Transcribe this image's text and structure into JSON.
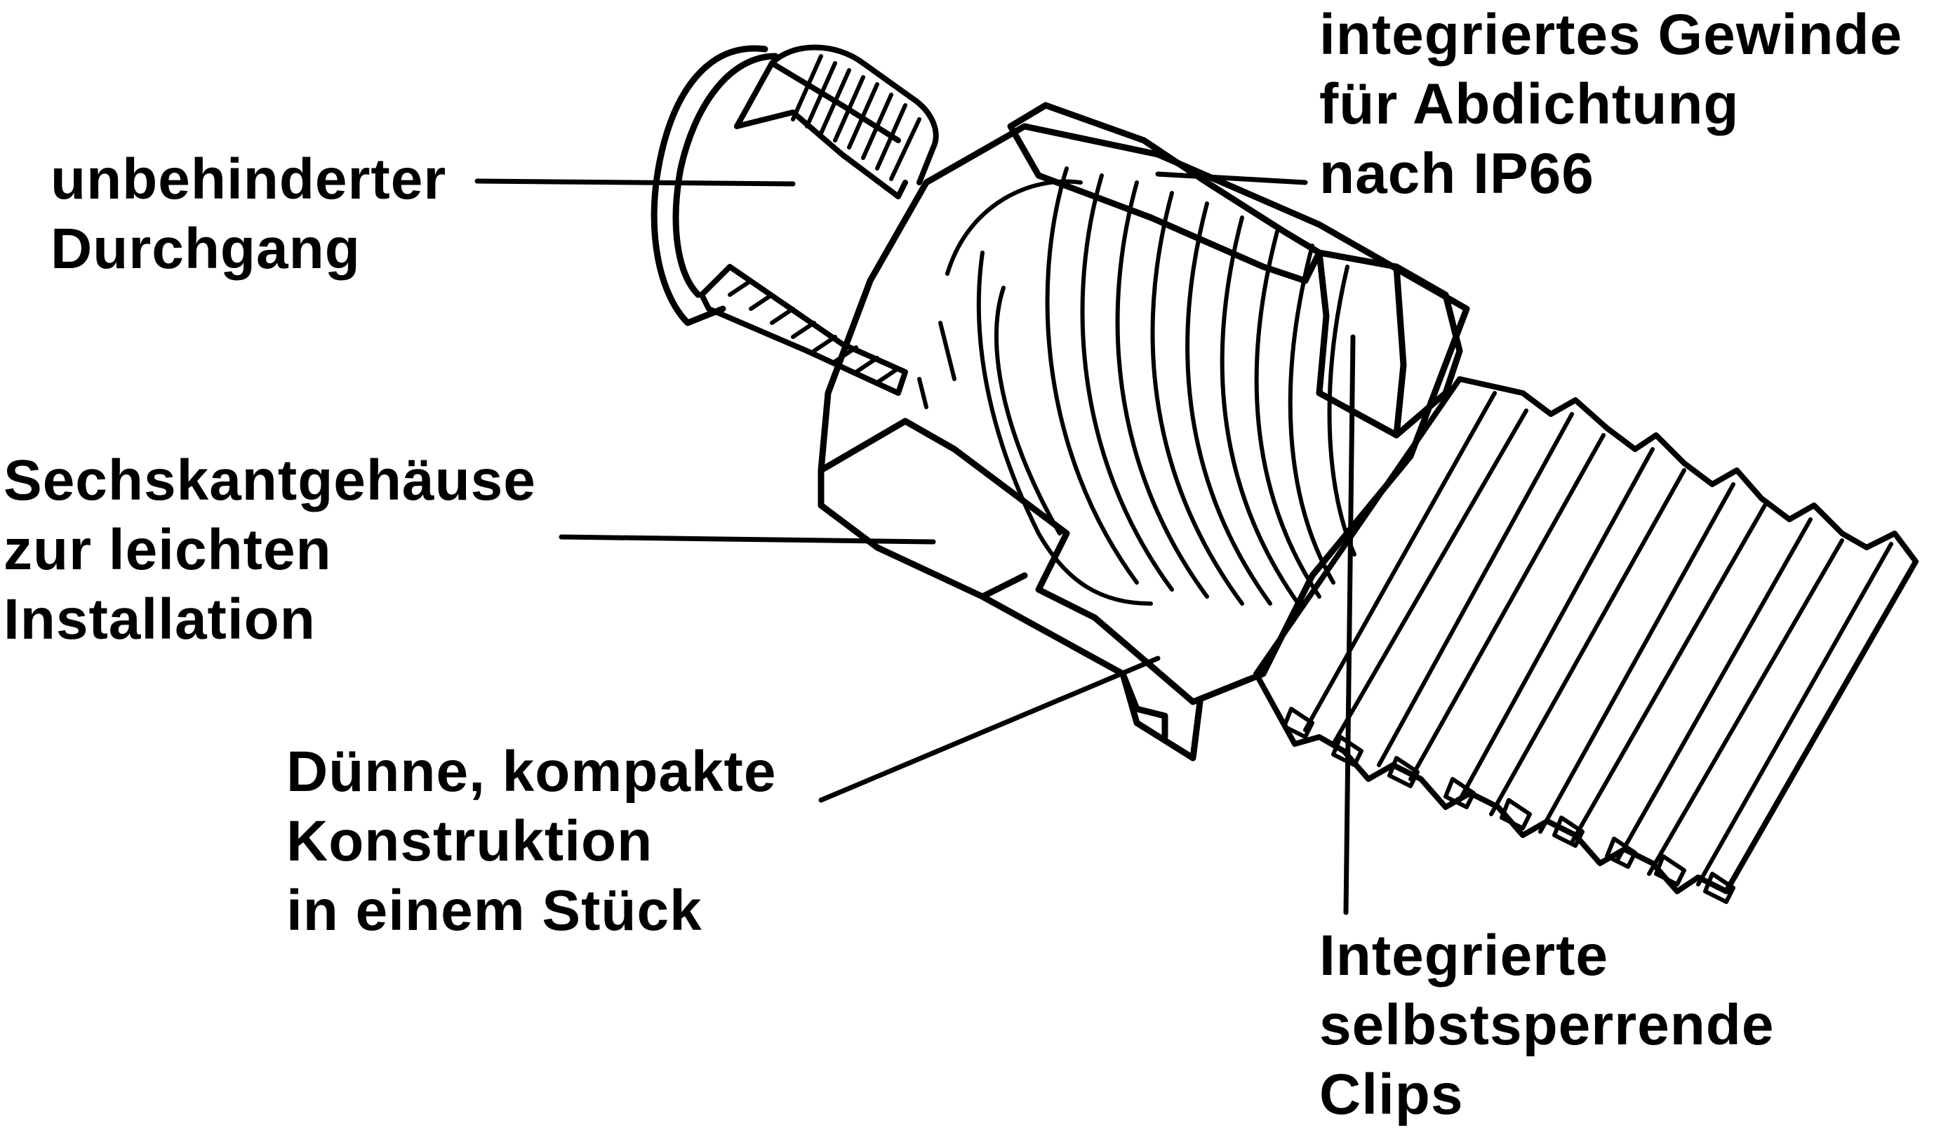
{
  "labels": {
    "gewinde": [
      "integriertes Gewinde",
      "für Abdichtung",
      "nach IP66"
    ],
    "durchgang": [
      "unbehinderter",
      "Durchgang"
    ],
    "sechskant": [
      "Sechskantgehäuse",
      "zur leichten",
      "Installation"
    ],
    "konstruktion": [
      "Dünne, kompakte",
      "Konstruktion",
      "in einem Stück"
    ],
    "clips": [
      "Integrierte",
      "selbstsperrende",
      "Clips"
    ]
  },
  "colors": {
    "ink": "#000000",
    "paper": "#ffffff"
  }
}
